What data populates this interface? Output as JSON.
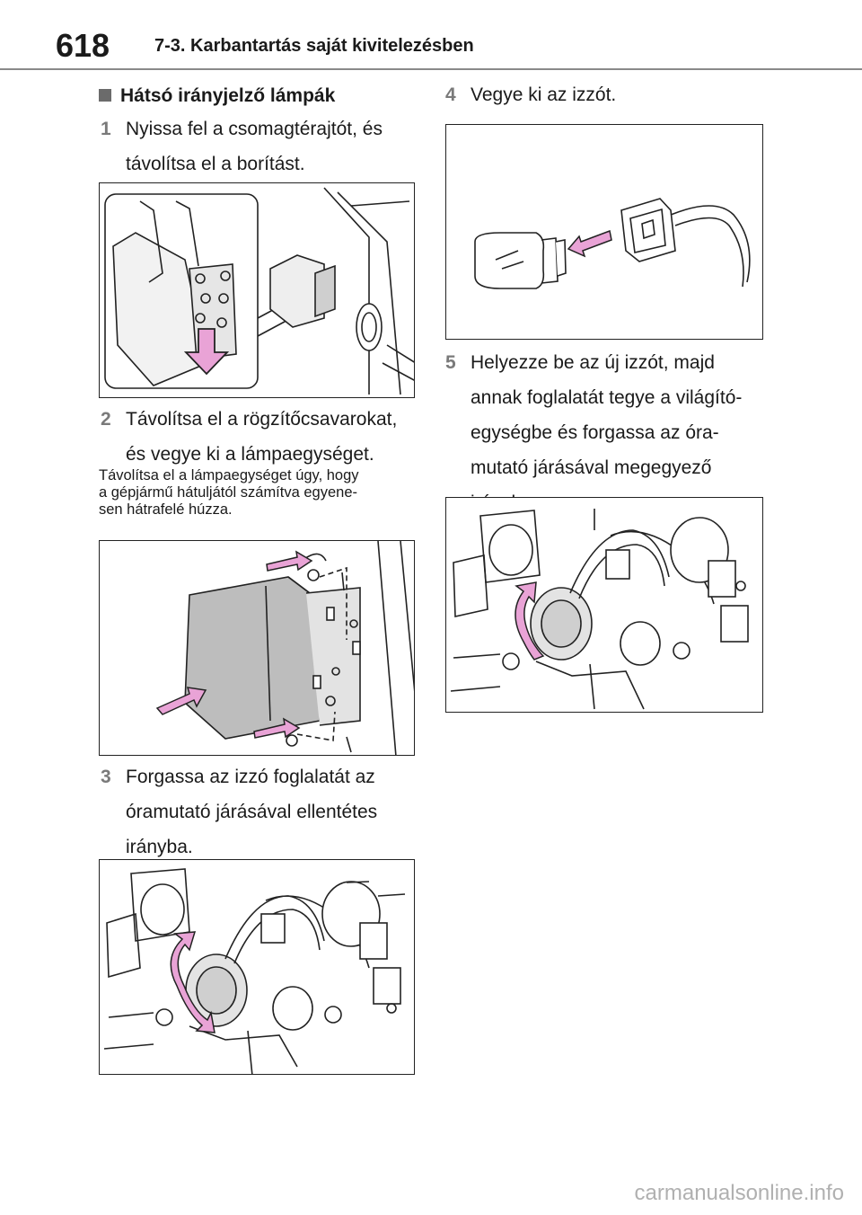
{
  "header": {
    "page_number": "618",
    "chapter": "7-3. Karbantartás saját kivitelezésben"
  },
  "left": {
    "section_title": "Hátsó irányjelző lámpák",
    "step1": {
      "num": "1",
      "line1": "Nyissa fel a csomagtérajtót, és",
      "line2": "távolítsa el a borítást."
    },
    "step2": {
      "num": "2",
      "line1": "Távolítsa el a rögzítőcsavarokat,",
      "line2": "és vegye ki a lámpaegységet."
    },
    "note": {
      "line1": "Távolítsa el a lámpaegységet úgy, hogy",
      "line2": "a gépjármű hátuljától számítva egyene-",
      "line3": "sen hátrafelé húzza."
    },
    "step3": {
      "num": "3",
      "line1": "Forgassa az izzó foglalatát az",
      "line2": "óramutató járásával ellentétes",
      "line3": "irányba."
    }
  },
  "right": {
    "step4": {
      "num": "4",
      "line1": "Vegye ki az izzót."
    },
    "step5": {
      "num": "5",
      "line1": "Helyezze be az új izzót, majd",
      "line2": "annak foglalatát tegye a világító-",
      "line3": "egységbe és forgassa az óra-",
      "line4": "mutató járásával megegyező",
      "line5": "irányba."
    }
  },
  "footer": {
    "watermark": "carmanualsonline.info"
  },
  "colors": {
    "arrow_fill": "#e9a3d6",
    "arrow_stroke": "#222222",
    "rule": "#8a8a8a",
    "step_number": "#7a7a7a"
  }
}
